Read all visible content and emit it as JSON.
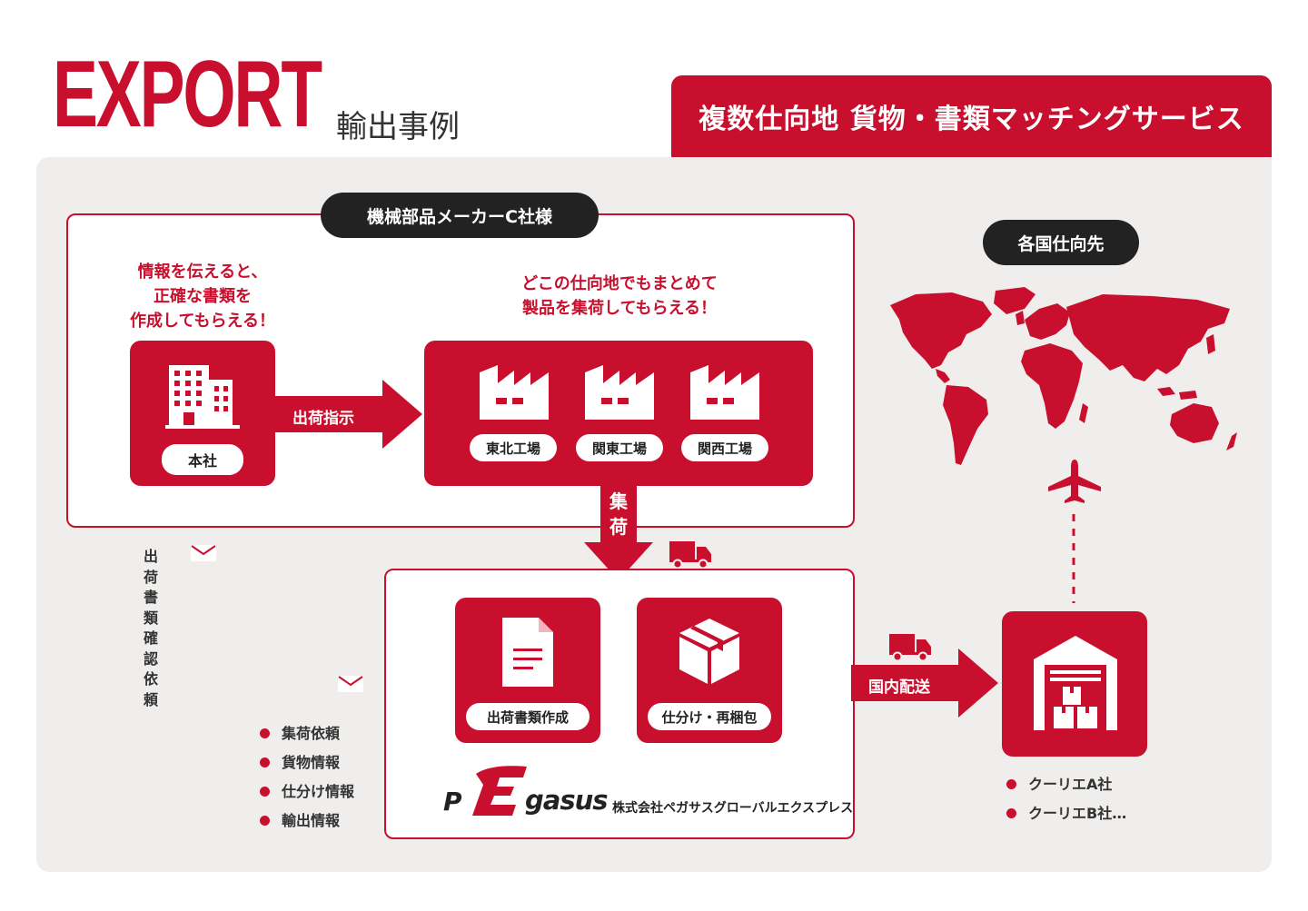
{
  "header": {
    "title": "EXPORT",
    "subtitle": "輸出事例",
    "service_banner": "複数仕向地 貨物・書類マッチングサービス"
  },
  "client": {
    "label": "機械部品メーカーC社様",
    "note_left": [
      "情報を伝えると、",
      "正確な書類を",
      "作成してもらえる！"
    ],
    "note_right": [
      "どこの仕向地でもまとめて",
      "製品を集荷してもらえる！"
    ],
    "hq_label": "本社",
    "shipping_instruction_label": "出荷指示",
    "factories": [
      "東北工場",
      "関東工場",
      "関西工場"
    ],
    "pickup_label": [
      "集",
      "荷"
    ]
  },
  "document_request": {
    "vertical_label": [
      "出",
      "荷",
      "書",
      "類",
      "確",
      "認",
      "依",
      "頼"
    ],
    "bullets": [
      "集荷依頼",
      "貨物情報",
      "仕分け情報",
      "輸出情報"
    ]
  },
  "pegasus": {
    "services": [
      "出荷書類作成",
      "仕分け・再梱包"
    ],
    "logo_text": "gasus",
    "logo_p": "P",
    "logo_e": "E",
    "company_name": "株式会社ペガサスグローバルエクスプレス"
  },
  "delivery": {
    "domestic_label": "国内配送",
    "couriers": [
      "クーリエA社",
      "クーリエB社…"
    ]
  },
  "destination": {
    "label": "各国仕向先"
  },
  "colors": {
    "brand_red": "#c8102e",
    "dark": "#222222",
    "panel_bg": "#efeeec"
  }
}
